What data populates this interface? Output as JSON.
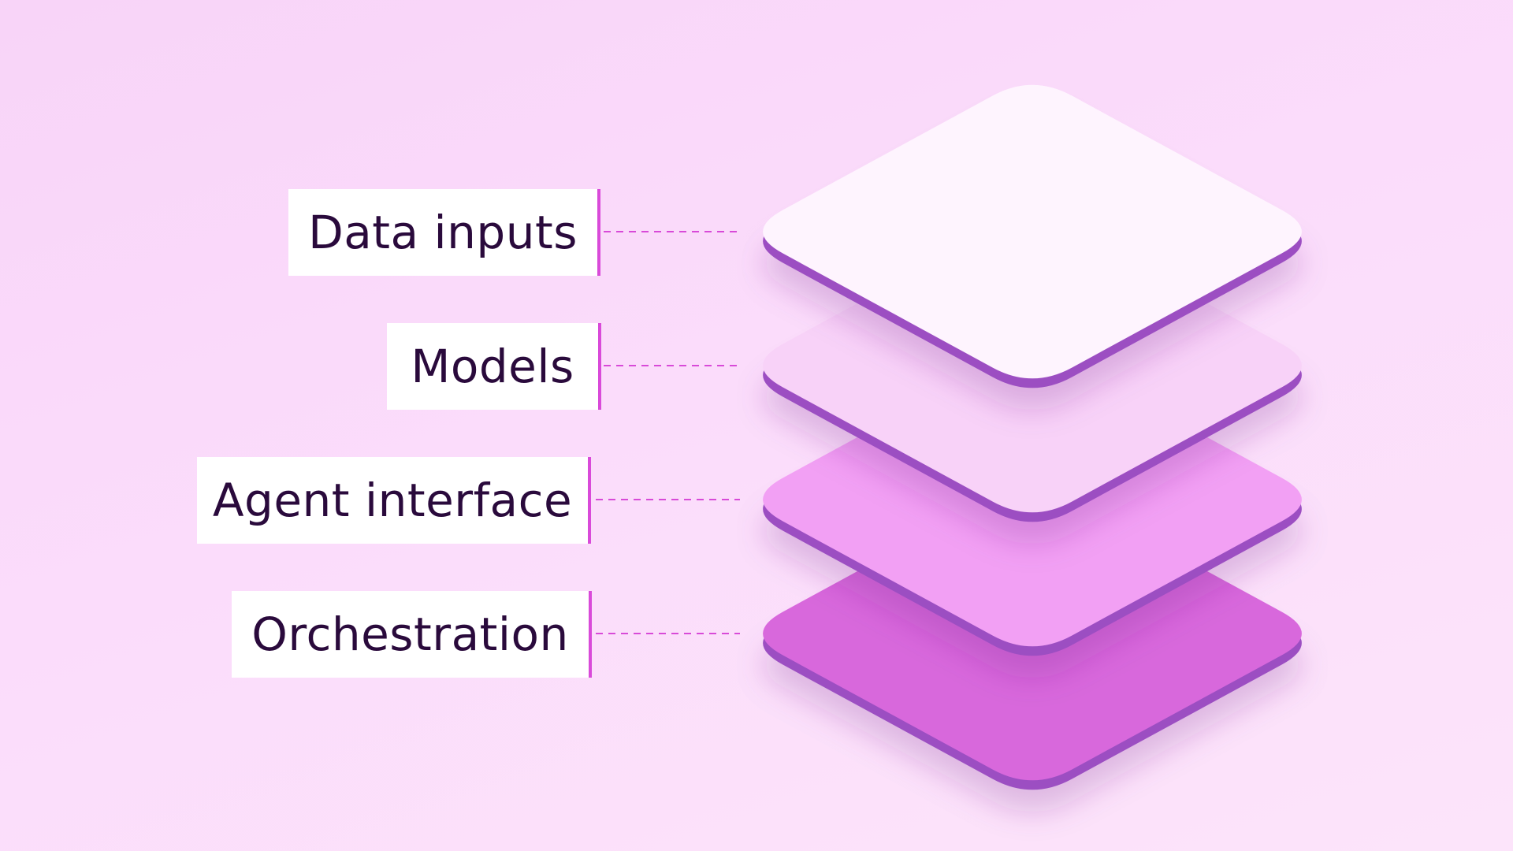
{
  "layers": [
    {
      "label": "Data inputs",
      "color": "#fef4fe"
    },
    {
      "label": "Models",
      "color": "#f8d2f8"
    },
    {
      "label": "Agent interface",
      "color": "#f2a0f4"
    },
    {
      "label": "Orchestration",
      "color": "#d868dc"
    }
  ],
  "colors": {
    "background": "#f9d8f9",
    "label_accent": "#d94ad9",
    "label_text": "#2a0a3c",
    "connector": "#d84ad8",
    "layer_edge": "#9c4ec2"
  }
}
